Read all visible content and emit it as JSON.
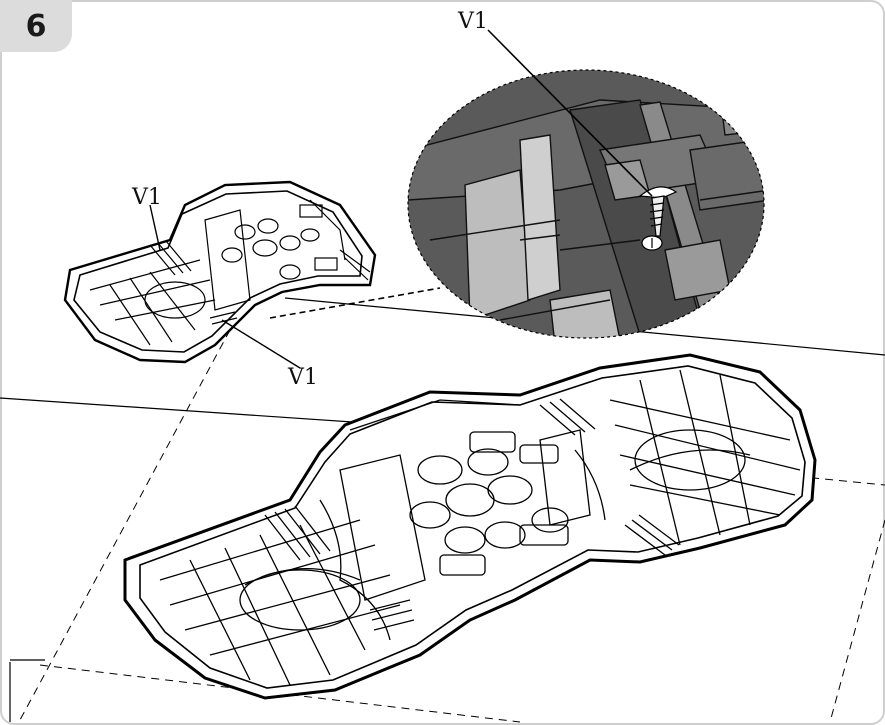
{
  "step": {
    "number": "6"
  },
  "callouts": {
    "detail_label": "V1",
    "left_label": "V1",
    "bottom_label": "V1"
  },
  "colors": {
    "detail_fill": "#555555",
    "line": "#000000",
    "tab": "#dcdcdc",
    "frame": "#cfcfcf"
  }
}
